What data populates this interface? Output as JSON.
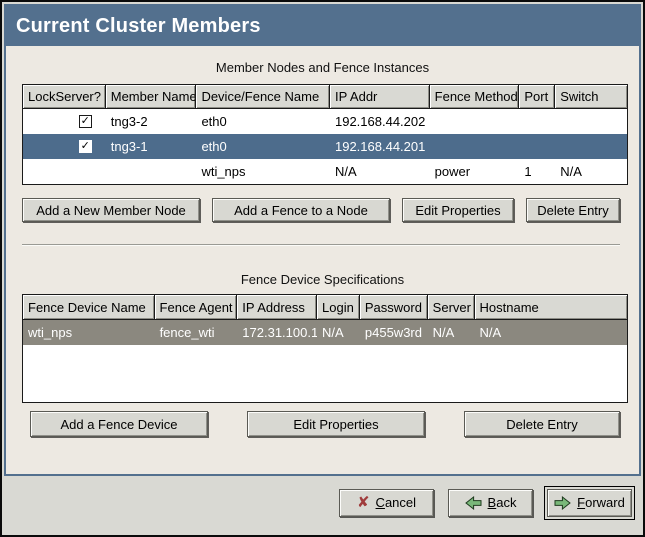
{
  "window": {
    "title": "Current Cluster Members"
  },
  "colors": {
    "title_bar": "#53708e",
    "selected_row_blue": "#4d6c8c",
    "selected_row_gray": "#8b887f",
    "content_background": "#ede9e2",
    "footer_background": "#d9d9d3",
    "cancel_x": "#a03c3c",
    "arrow_green": "#79b879"
  },
  "icons": {
    "checkmark": "✓",
    "cancel_x": "✘",
    "back_arrow": "green-arrow-left",
    "forward_arrow": "green-arrow-right"
  },
  "sections": {
    "members": {
      "label": "Member Nodes and Fence Instances",
      "columns": [
        "LockServer?",
        "Member Name",
        "Device/Fence Name",
        "IP Addr",
        "Fence Method",
        "Port",
        "Switch"
      ],
      "rows": [
        {
          "lockserver": true,
          "selected": false,
          "cells": [
            "",
            "tng3-2",
            "eth0",
            "192.168.44.202",
            "",
            "",
            ""
          ]
        },
        {
          "lockserver": true,
          "selected": true,
          "cells": [
            "",
            "tng3-1",
            "eth0",
            "192.168.44.201",
            "",
            "",
            ""
          ]
        },
        {
          "lockserver": false,
          "selected": false,
          "cells": [
            "",
            "",
            "wti_nps",
            "N/A",
            "power",
            "1",
            "N/A"
          ]
        }
      ],
      "buttons": [
        "Add a New Member Node",
        "Add a Fence to a Node",
        "Edit Properties",
        "Delete Entry"
      ]
    },
    "fence_devices": {
      "label": "Fence Device Specifications",
      "columns": [
        "Fence Device Name",
        "Fence Agent",
        "IP Address",
        "Login",
        "Password",
        "Server",
        "Hostname"
      ],
      "rows": [
        {
          "selected": true,
          "cells": [
            "wti_nps",
            "fence_wti",
            "172.31.100.1",
            "N/A",
            "p455w3rd",
            "N/A",
            "N/A"
          ]
        }
      ],
      "buttons": [
        "Add a Fence Device",
        "Edit Properties",
        "Delete Entry"
      ]
    }
  },
  "footer": {
    "cancel": {
      "mnemonic": "C",
      "rest": "ancel"
    },
    "back": {
      "mnemonic": "B",
      "rest": "ack"
    },
    "forward": {
      "mnemonic": "F",
      "rest": "orward"
    }
  }
}
